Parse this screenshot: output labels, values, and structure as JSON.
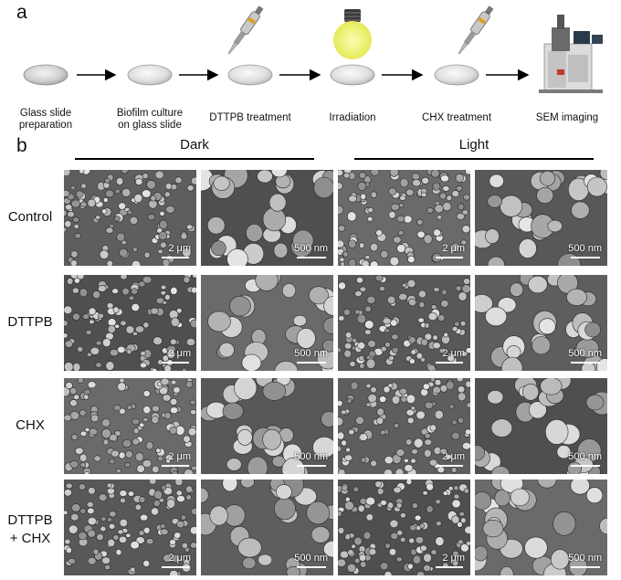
{
  "panel_a": {
    "label": "a",
    "steps": [
      {
        "label": "Glass slide preparation",
        "lines": [
          "Glass slide",
          "preparation"
        ],
        "icon": "glass-slide-icon"
      },
      {
        "label": "Biofilm culture on glass slide",
        "lines": [
          "Biofilm culture",
          "on glass slide"
        ],
        "icon": "biofilm-slide-icon"
      },
      {
        "label": "DTTPB treatment",
        "lines": [
          "DTTPB treatment"
        ],
        "icon": "pipette-icon"
      },
      {
        "label": "Irradiation",
        "lines": [
          "Irradiation"
        ],
        "icon": "light-bulb-icon"
      },
      {
        "label": "CHX treatment",
        "lines": [
          "CHX treatment"
        ],
        "icon": "pipette-icon"
      },
      {
        "label": "SEM imaging",
        "lines": [
          "SEM imaging"
        ],
        "icon": "sem-instrument-icon"
      }
    ]
  },
  "panel_b": {
    "label": "b",
    "column_groups": [
      {
        "label": "Dark"
      },
      {
        "label": "Light"
      }
    ],
    "rows": [
      {
        "label": "Control",
        "lines": [
          "Control"
        ],
        "scalebars": [
          "2 μm",
          "500 nm",
          "2 μm",
          "500 nm"
        ]
      },
      {
        "label": "DTTPB",
        "lines": [
          "DTTPB"
        ],
        "scalebars": [
          "2 μm",
          "500 nm",
          "2 μm",
          "500 nm"
        ]
      },
      {
        "label": "CHX",
        "lines": [
          "CHX"
        ],
        "scalebars": [
          "2 μm",
          "500 nm",
          "2 μm",
          "500 nm"
        ]
      },
      {
        "label": "DTTPB + CHX",
        "lines": [
          "DTTPB",
          "+ CHX"
        ],
        "scalebars": [
          "2 μm",
          "500 nm",
          "2 μm",
          "500 nm"
        ]
      }
    ]
  },
  "colors": {
    "sem_background": "#5a5a5a",
    "bulb_glow": "#f2f58a",
    "text": "#111111"
  }
}
